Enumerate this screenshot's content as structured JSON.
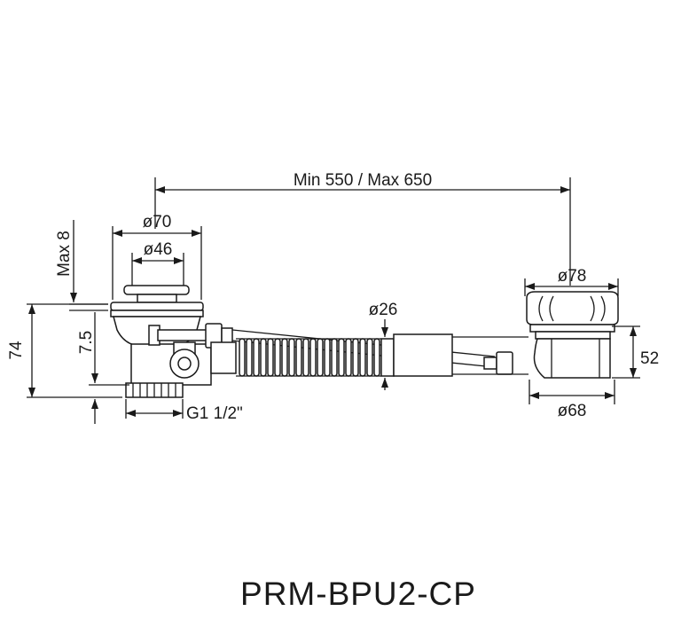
{
  "drawing": {
    "model": "PRM-BPU2-CP",
    "dims": {
      "length": "Min 550 / Max 650",
      "d70": "ø70",
      "d46": "ø46",
      "max8": "Max 8",
      "h74": "74",
      "h75": "7.5",
      "thread": "G1 1/2\"",
      "d26": "ø26",
      "d78": "ø78",
      "h52": "52",
      "d68": "ø68"
    }
  }
}
